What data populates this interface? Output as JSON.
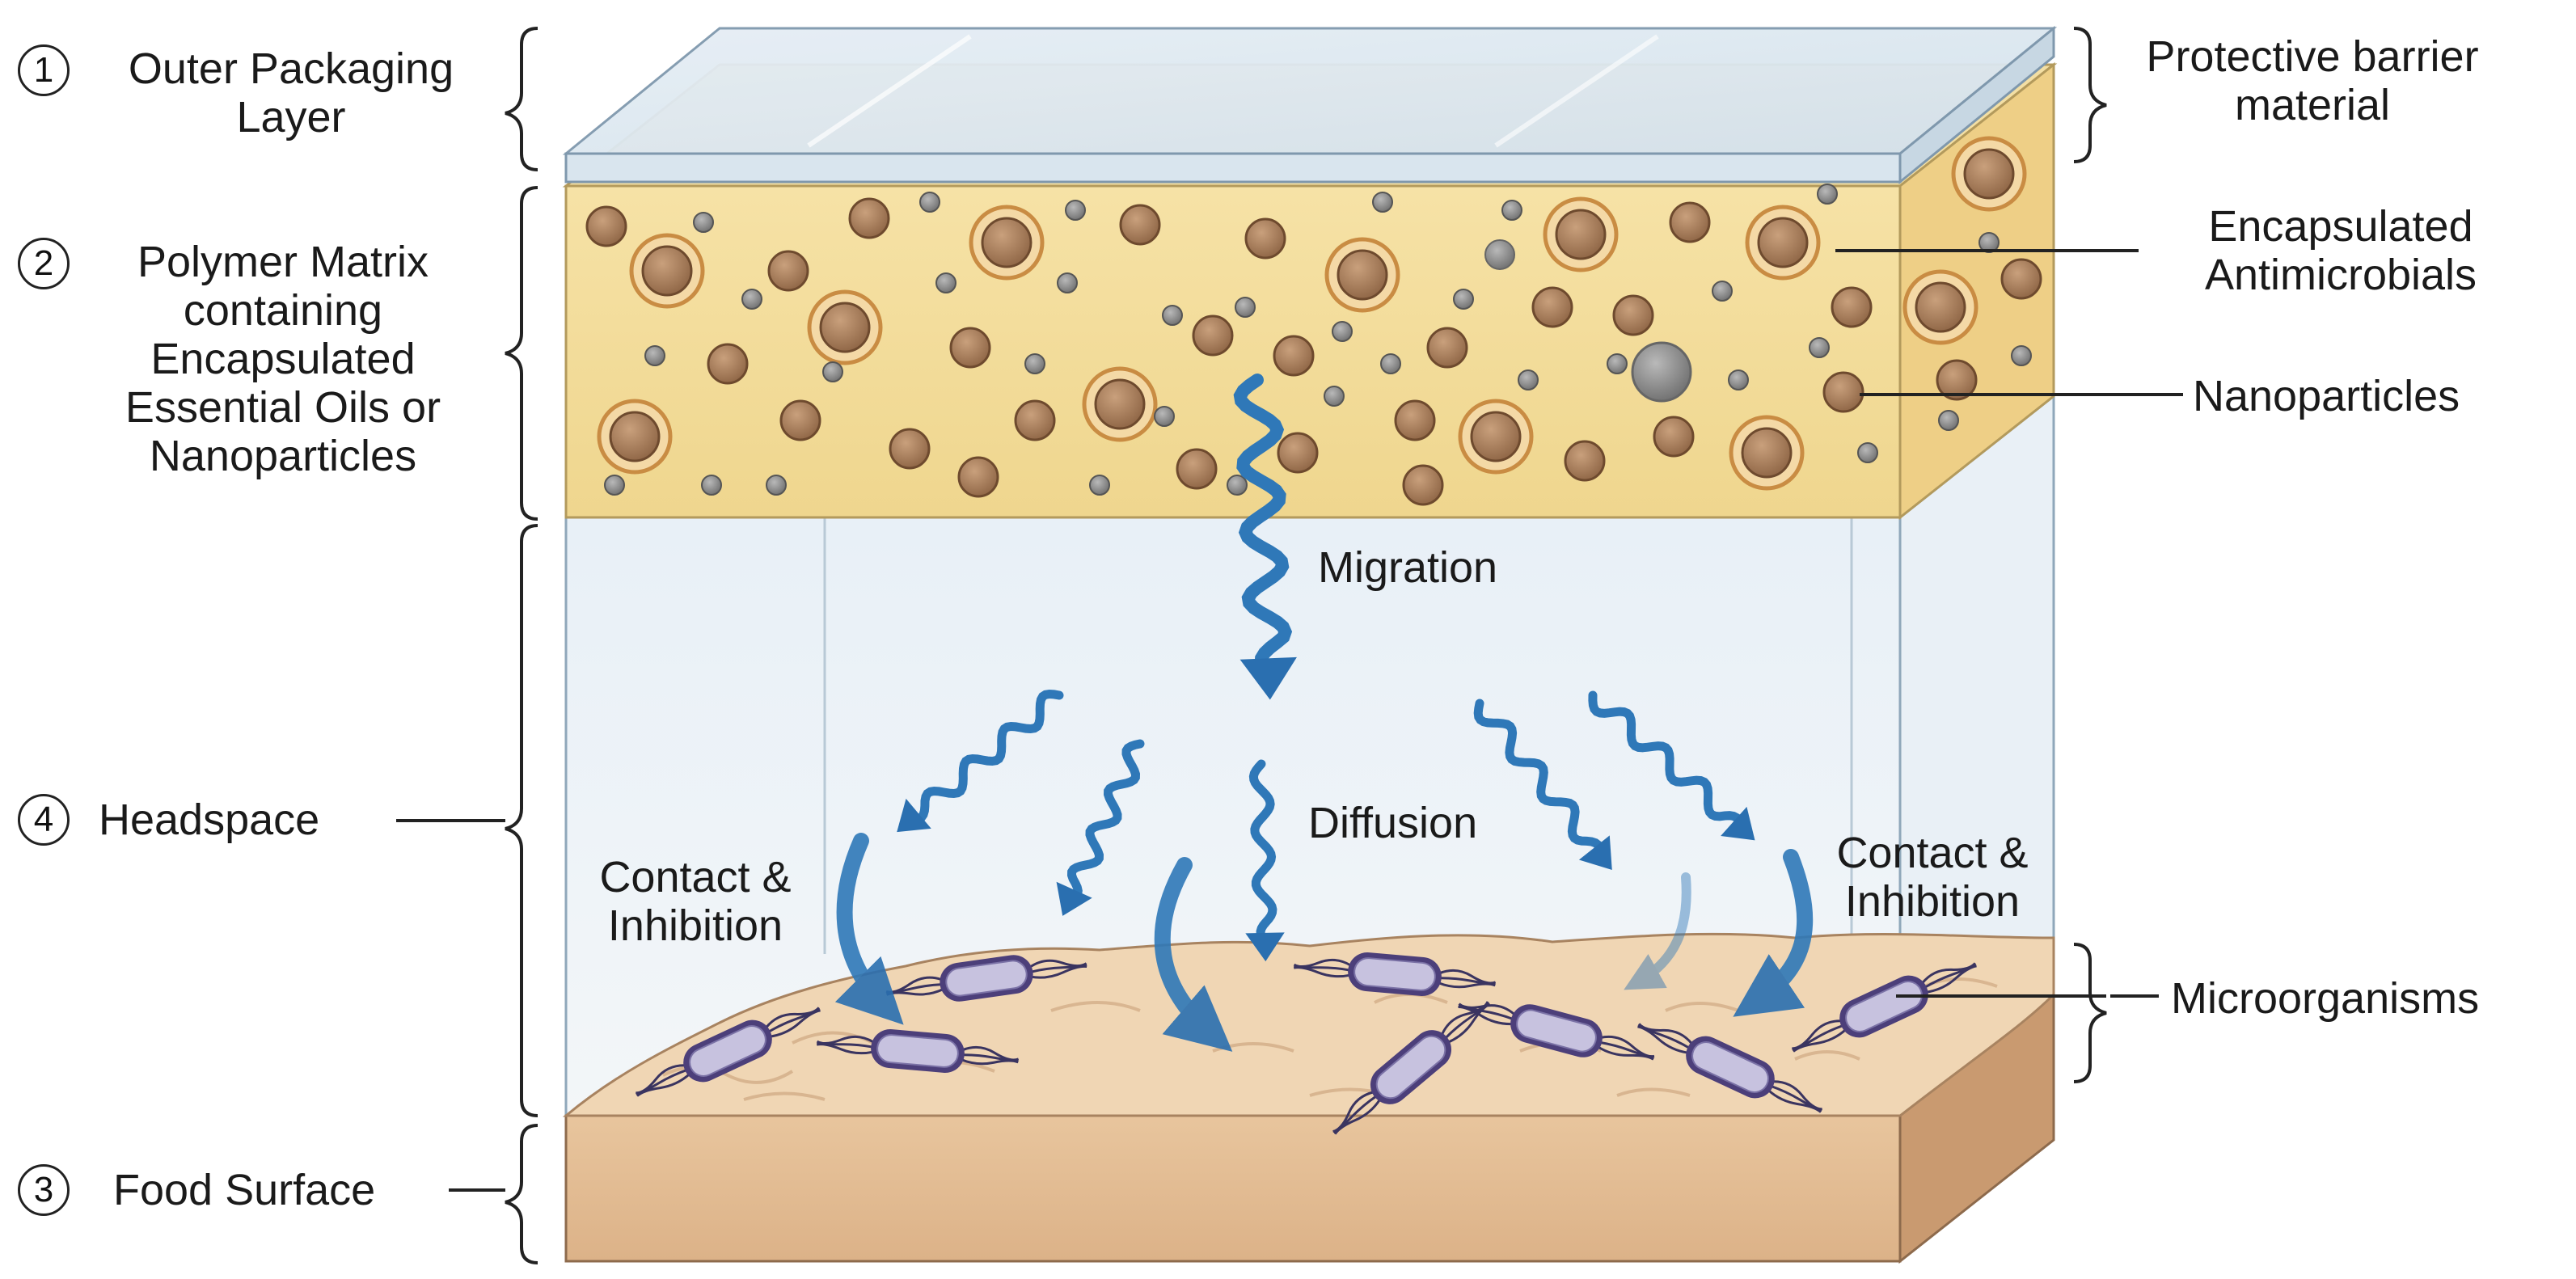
{
  "left_labels": {
    "outer": {
      "number": "1",
      "line1": "Outer Packaging",
      "line2": "Layer"
    },
    "polymer": {
      "number": "2",
      "line1": "Polymer Matrix",
      "line2": "containing",
      "line3": "Encapsulated",
      "line4": "Essential Oils or",
      "line5": "Nanoparticles"
    },
    "headspace": {
      "number": "4",
      "line1": "Headspace"
    },
    "food": {
      "number": "3",
      "line1": "Food Surface"
    }
  },
  "right_labels": {
    "barrier": {
      "line1": "Protective barrier",
      "line2": "material"
    },
    "encapsulated": {
      "line1": "Encapsulated",
      "line2": "Antimicrobials"
    },
    "nano": {
      "line1": "Nanoparticles"
    },
    "micro": {
      "line1": "Microorganisms"
    }
  },
  "inner_labels": {
    "migration": "Migration",
    "diffusion": "Diffusion",
    "contact_left": {
      "line1": "Contact &",
      "line2": "Inhibition"
    },
    "contact_right": {
      "line1": "Contact &",
      "line2": "Inhibition"
    }
  },
  "colors": {
    "polymer": "#f3dd9c",
    "particle": "#b07f58",
    "ring": "#d89a4c",
    "nano": "#8f8f8f",
    "arrow": "#2f78b8",
    "food": "#e9c9a4",
    "food_side": "#cf9f74",
    "bacteria": "#a99fc8",
    "film": "#dde9f1"
  }
}
